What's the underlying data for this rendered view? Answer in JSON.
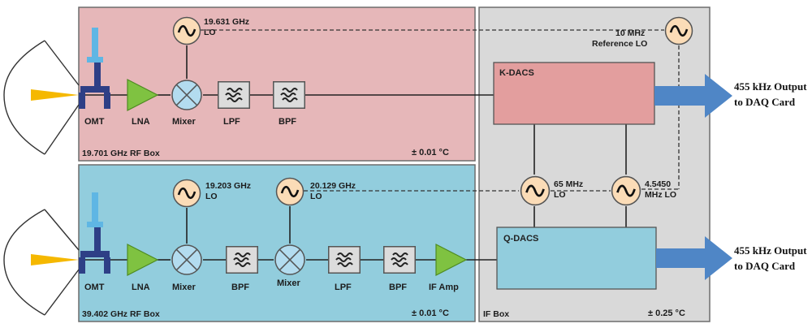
{
  "colors": {
    "k_box_fill": "#e6b7b9",
    "q_box_fill": "#92cddd",
    "if_box_fill": "#d9d9d9",
    "amplifier": "#7fc241",
    "lo_fill": "#fbdcb7",
    "arrow": "#4f86c6",
    "horn": "#f5b800",
    "omt": "#2e3f86"
  },
  "icons": {
    "oscillator": "sine-wave",
    "filter": "triple-wave",
    "mixer": "circle-cross"
  },
  "k_box": {
    "title": "19.701 GHz RF Box",
    "temp": "± 0.01 °C",
    "lo_freq": "19.631 GHz",
    "lo_tag": "LO",
    "omt": "OMT",
    "lna": "LNA",
    "mixer": "Mixer",
    "lpf": "LPF",
    "bpf": "BPF"
  },
  "q_box": {
    "title": "39.402 GHz RF Box",
    "temp": "± 0.01 °C",
    "lo1_freq": "19.203 GHz",
    "lo1_tag": "LO",
    "lo2_freq": "20.129 GHz",
    "lo2_tag": "LO",
    "omt": "OMT",
    "lna": "LNA",
    "mixer1": "Mixer",
    "bpf1": "BPF",
    "mixer2": "Mixer",
    "lpf": "LPF",
    "bpf2": "BPF",
    "if_amp": "IF Amp"
  },
  "if_box": {
    "title": "IF Box",
    "temp": "± 0.25 °C",
    "ref_lo_line1": "10 MHz",
    "ref_lo_line2": "Reference LO",
    "k_dacs": "K-DACS",
    "q_dacs": "Q-DACS",
    "lo65_line1": "65 MHz",
    "lo65_line2": "LO",
    "lo4545_line1": "4.5450",
    "lo4545_line2": "MHz LO"
  },
  "outputs": {
    "k_line1": "455 kHz  Output",
    "k_line2": "to DAQ Card",
    "q_line1": "455 kHz  Output",
    "q_line2": "to DAQ Card"
  }
}
